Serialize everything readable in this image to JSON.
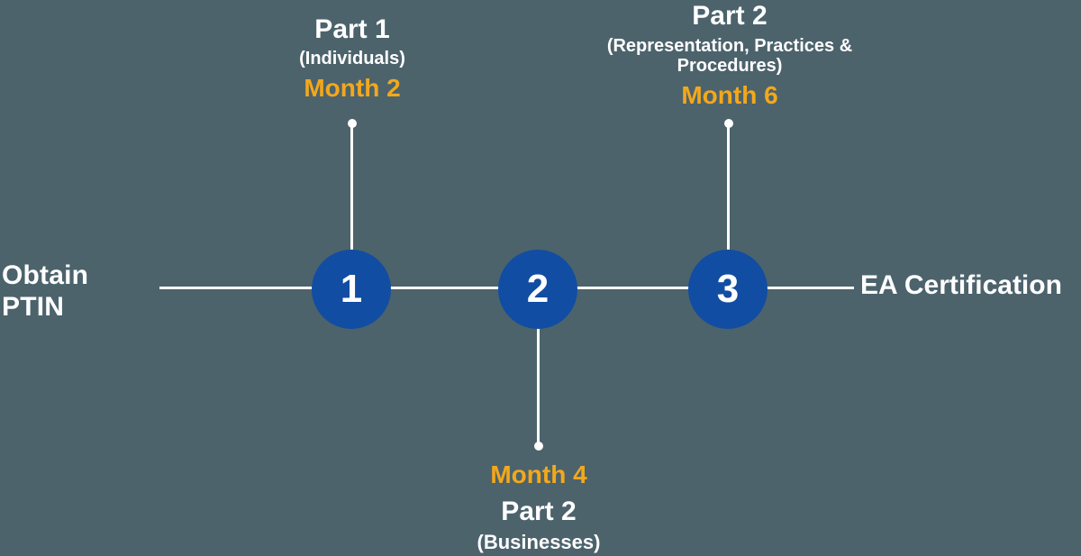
{
  "colors": {
    "background": "#4C636C",
    "node_blue": "#114DA2",
    "month_yellow": "#F3A81B",
    "line_white": "#FFFFFF"
  },
  "timeline": {
    "start": {
      "line1": "Obtain",
      "line2": "PTIN"
    },
    "end_label": "EA Certification",
    "steps": [
      {
        "number": "1",
        "title": "Part 1",
        "subtitle": "(Individuals)",
        "month": "Month 2",
        "callout_position": "above"
      },
      {
        "number": "2",
        "title": "Part 2",
        "subtitle": "(Businesses)",
        "month": "Month 4",
        "callout_position": "below"
      },
      {
        "number": "3",
        "title": "Part 2",
        "subtitle": "(Representation, Practices & Procedures)",
        "month": "Month 6",
        "callout_position": "above"
      }
    ]
  }
}
